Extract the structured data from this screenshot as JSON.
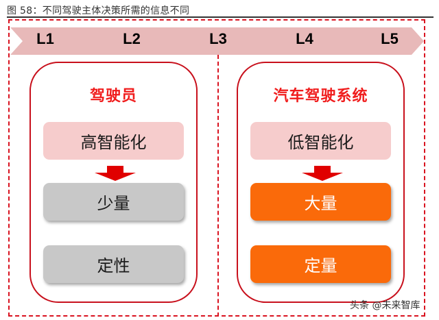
{
  "figure": {
    "title": "图 58：不同驾驶主体决策所需的信息不同"
  },
  "levels": {
    "band_color": "#e8b9b9",
    "items": [
      {
        "label": "L1"
      },
      {
        "label": "L2"
      },
      {
        "label": "L3"
      },
      {
        "label": "L4"
      },
      {
        "label": "L5"
      }
    ]
  },
  "panels": [
    {
      "title": "驾驶员",
      "intelligence": "高智能化",
      "info_amount": "少量",
      "info_type": "定性",
      "box_color": "#c8c8c8"
    },
    {
      "title": "汽车驾驶系统",
      "intelligence": "低智能化",
      "info_amount": "大量",
      "info_type": "定量",
      "box_color": "#fa6a0a"
    }
  ],
  "colors": {
    "accent_red": "#d9121f",
    "title_red": "#f01c1c",
    "pink": "#f6cccc",
    "arrow_red": "#e00000"
  },
  "watermark": "头条 @未来智库"
}
